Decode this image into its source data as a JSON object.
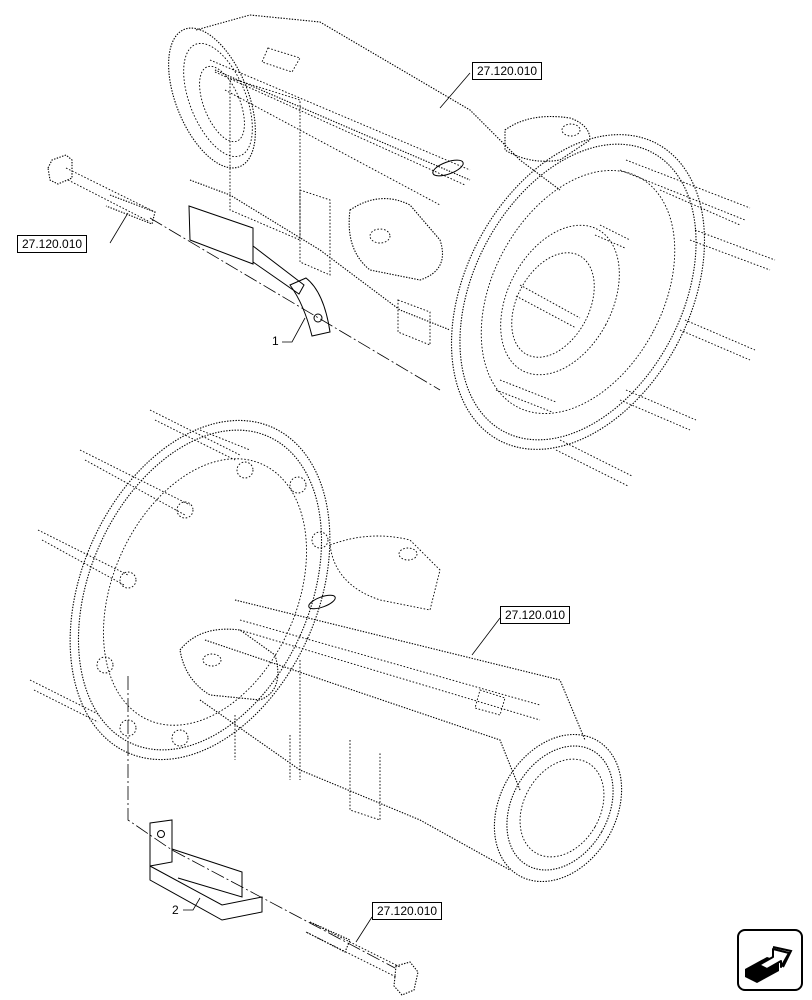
{
  "references": {
    "top_housing": "27.120.010",
    "top_bolt": "27.120.010",
    "bottom_housing": "27.120.010",
    "bottom_bolt": "27.120.010"
  },
  "callouts": {
    "item1": "1",
    "item2": "2"
  },
  "nav": {
    "icon": "next-page-arrow-icon"
  }
}
